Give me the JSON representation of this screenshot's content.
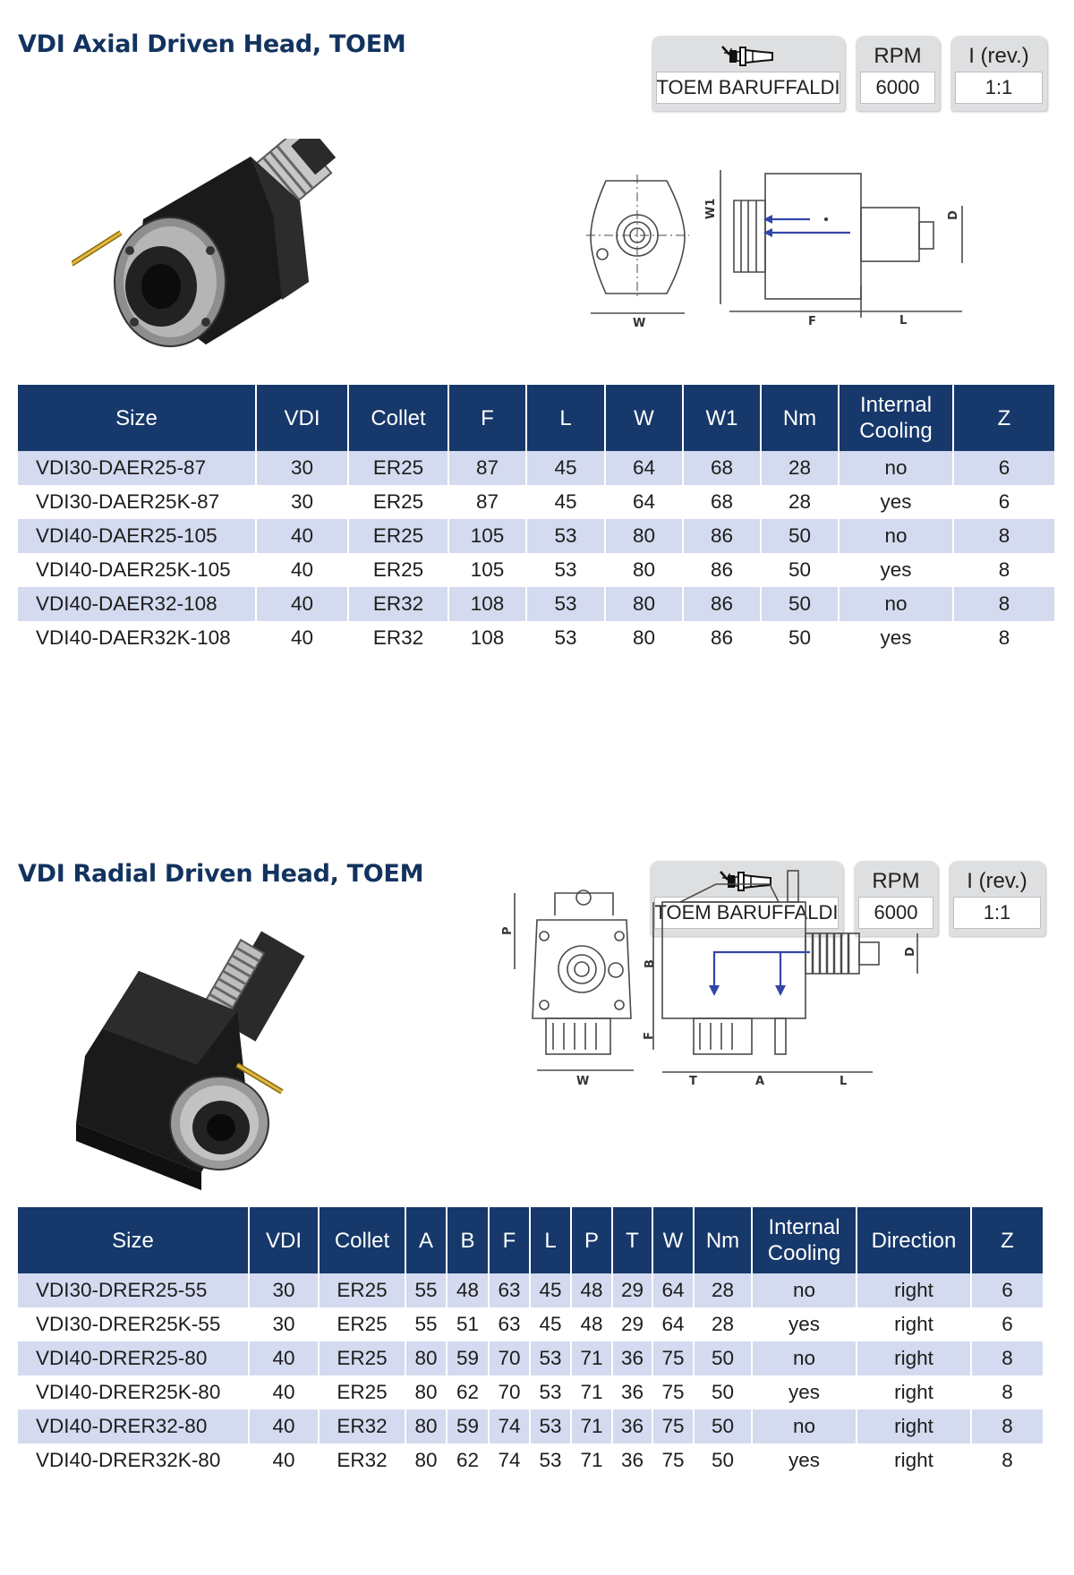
{
  "sections": [
    {
      "title": "VDI Axial Driven Head, TOEM",
      "spec": {
        "holder": "TOEM BARUFFALDI",
        "rpm_label": "RPM",
        "rpm_value": "6000",
        "ratio_label": "I (rev.)",
        "ratio_value": "1:1",
        "holder_icon": "tool-holder-icon"
      },
      "drawing_labels": {
        "w1": "W1",
        "d": "D",
        "w": "W",
        "f": "F",
        "l": "L"
      },
      "table": {
        "headers": [
          "Size",
          "VDI",
          "Collet",
          "F",
          "L",
          "W",
          "W1",
          "Nm",
          "Internal Cooling",
          "Z"
        ],
        "rows": [
          [
            "VDI30-DAER25-87",
            "30",
            "ER25",
            "87",
            "45",
            "64",
            "68",
            "28",
            "no",
            "6"
          ],
          [
            "VDI30-DAER25K-87",
            "30",
            "ER25",
            "87",
            "45",
            "64",
            "68",
            "28",
            "yes",
            "6"
          ],
          [
            "VDI40-DAER25-105",
            "40",
            "ER25",
            "105",
            "53",
            "80",
            "86",
            "50",
            "no",
            "8"
          ],
          [
            "VDI40-DAER25K-105",
            "40",
            "ER25",
            "105",
            "53",
            "80",
            "86",
            "50",
            "yes",
            "8"
          ],
          [
            "VDI40-DAER32-108",
            "40",
            "ER32",
            "108",
            "53",
            "80",
            "86",
            "50",
            "no",
            "8"
          ],
          [
            "VDI40-DAER32K-108",
            "40",
            "ER32",
            "108",
            "53",
            "80",
            "86",
            "50",
            "yes",
            "8"
          ]
        ]
      }
    },
    {
      "title": "VDI Radial Driven Head, TOEM",
      "spec": {
        "holder": "TOEM BARUFFALDI",
        "rpm_label": "RPM",
        "rpm_value": "6000",
        "ratio_label": "I (rev.)",
        "ratio_value": "1:1",
        "holder_icon": "tool-holder-icon"
      },
      "drawing_labels": {
        "p": "P",
        "b": "B",
        "f": "F",
        "d": "D",
        "w": "W",
        "t": "T",
        "a": "A",
        "l": "L"
      },
      "table": {
        "headers": [
          "Size",
          "VDI",
          "Collet",
          "A",
          "B",
          "F",
          "L",
          "P",
          "T",
          "W",
          "Nm",
          "Internal Cooling",
          "Direction",
          "Z"
        ],
        "rows": [
          [
            "VDI30-DRER25-55",
            "30",
            "ER25",
            "55",
            "48",
            "63",
            "45",
            "48",
            "29",
            "64",
            "28",
            "no",
            "right",
            "6"
          ],
          [
            "VDI30-DRER25K-55",
            "30",
            "ER25",
            "55",
            "51",
            "63",
            "45",
            "48",
            "29",
            "64",
            "28",
            "yes",
            "right",
            "6"
          ],
          [
            "VDI40-DRER25-80",
            "40",
            "ER25",
            "80",
            "59",
            "70",
            "53",
            "71",
            "36",
            "75",
            "50",
            "no",
            "right",
            "8"
          ],
          [
            "VDI40-DRER25K-80",
            "40",
            "ER25",
            "80",
            "62",
            "70",
            "53",
            "71",
            "36",
            "75",
            "50",
            "yes",
            "right",
            "8"
          ],
          [
            "VDI40-DRER32-80",
            "40",
            "ER32",
            "80",
            "59",
            "74",
            "53",
            "71",
            "36",
            "75",
            "50",
            "no",
            "right",
            "8"
          ],
          [
            "VDI40-DRER32K-80",
            "40",
            "ER32",
            "80",
            "62",
            "74",
            "53",
            "71",
            "36",
            "75",
            "50",
            "yes",
            "right",
            "8"
          ]
        ]
      }
    }
  ],
  "colors": {
    "title": "#12335f",
    "header_bg": "#16386a",
    "row_shade": "#d4daef",
    "arrow": "#3346a8"
  }
}
